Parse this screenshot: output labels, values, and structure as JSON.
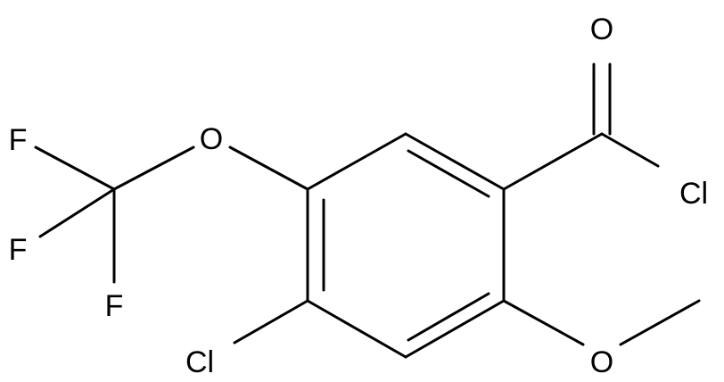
{
  "molecule": {
    "atoms": {
      "carbonyl_o": "O",
      "acyl_cl": "Cl",
      "ether_o_top": "O",
      "f_top": "F",
      "f_left": "F",
      "f_bottom": "F",
      "ring_cl": "Cl",
      "methoxy_o": "O"
    }
  }
}
